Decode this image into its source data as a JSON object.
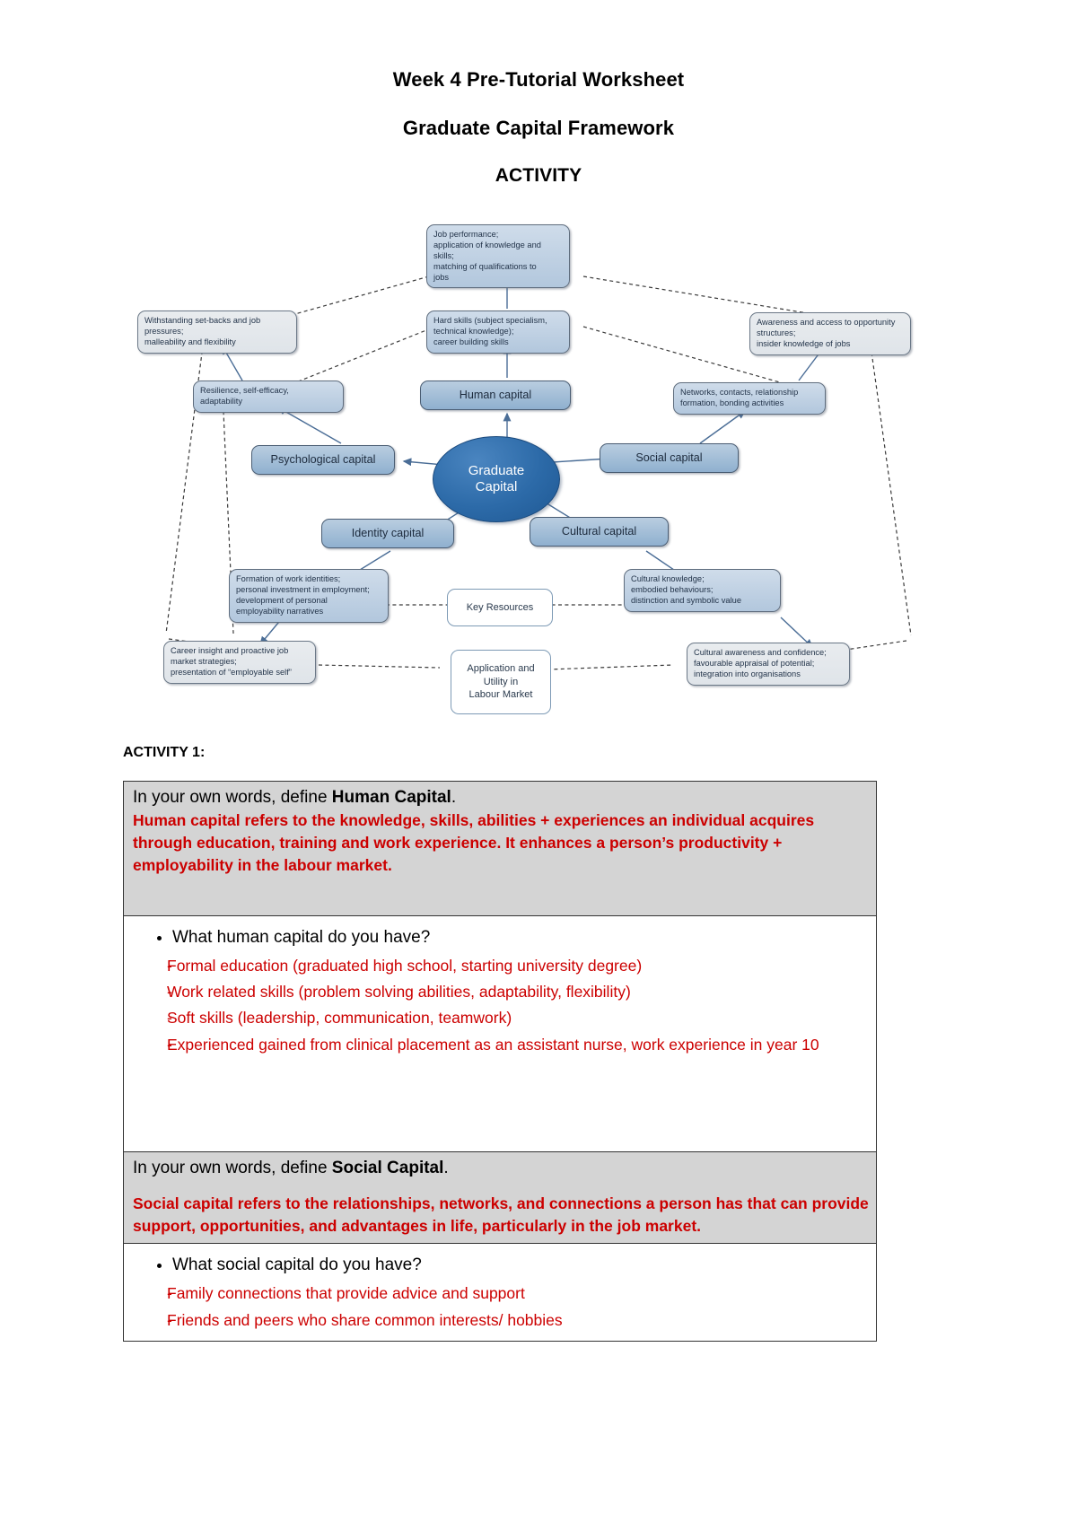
{
  "document": {
    "title_line1": "Week 4 Pre-Tutorial Worksheet",
    "title_line2": "Graduate Capital Framework",
    "title_line3": "ACTIVITY",
    "activity_label": "ACTIVITY 1:"
  },
  "diagram": {
    "center": "Graduate\nCapital",
    "center_line1": "Graduate",
    "center_line2": "Capital",
    "nodes": {
      "job_performance": "Job performance;\napplication of knowledge and skills;\nmatching of qualifications to jobs",
      "job_performance_lines": [
        "Job performance;",
        "application of knowledge and",
        "skills;",
        "matching of qualifications to",
        "jobs"
      ],
      "withstanding_lines": [
        "Withstanding set-backs and job",
        "pressures;",
        "malleability and flexibility"
      ],
      "hard_skills_lines": [
        "Hard skills (subject specialism,",
        "technical knowledge);",
        "career building skills"
      ],
      "awareness_lines": [
        "Awareness and access to opportunity",
        "structures;",
        "insider knowledge of jobs"
      ],
      "resilience_lines": [
        "Resilience, self-efficacy,",
        "adaptability"
      ],
      "networks_lines": [
        "Networks, contacts, relationship",
        "formation, bonding activities"
      ],
      "human_capital": "Human capital",
      "psychological_capital": "Psychological capital",
      "social_capital": "Social capital",
      "identity_capital": "Identity capital",
      "cultural_capital": "Cultural capital",
      "formation_lines": [
        "Formation of work identities;",
        "personal investment in employment;",
        "development of personal",
        "employability narratives"
      ],
      "cultural_knowledge_lines": [
        "Cultural knowledge;",
        "embodied behaviours;",
        "distinction and symbolic value"
      ],
      "key_resources": "Key Resources",
      "career_insight_lines": [
        "Career insight and proactive job",
        "market strategies;",
        "presentation of “employable self”"
      ],
      "application_lines": [
        "Application and",
        "Utility in",
        "Labour Market"
      ],
      "cultural_awareness_lines": [
        "Cultural awareness and confidence;",
        "favourable appraisal of potential;",
        "integration into organisations"
      ]
    }
  },
  "table": {
    "rows": [
      {
        "id": "human-capital-definition",
        "shaded": true,
        "prompt_prefix": "In your own words, define ",
        "prompt_bold": "Human Capital",
        "prompt_suffix": ".",
        "answer_paragraphs": [
          "Human capital refers to the knowledge, skills, abilities + experiences an individual acquires through education, training and work experience. It enhances a person’s productivity + employability in the labour market."
        ]
      },
      {
        "id": "human-capital-examples",
        "shaded": false,
        "bullet": "What human capital do you have?",
        "dash_items": [
          "Formal education (graduated high school, starting university degree)",
          "Work related skills (problem solving abilities, adaptability, flexibility)",
          "Soft skills (leadership, communication, teamwork)",
          "Experienced gained from clinical placement as an assistant nurse, work experience in year 10"
        ]
      },
      {
        "id": "social-capital-definition",
        "shaded": true,
        "prompt_prefix": "In your own words, define ",
        "prompt_bold": "Social Capital",
        "prompt_suffix": ".",
        "answer_paragraphs": [
          "Social capital refers to the relationships, networks, and connections a person has that can provide support, opportunities, and advantages in life, particularly in the job market."
        ]
      },
      {
        "id": "social-capital-examples",
        "shaded": false,
        "bullet": "What social capital do you have?",
        "dash_items": [
          "Family connections that provide advice and support",
          "Friends and peers who share common interests/ hobbies"
        ]
      }
    ],
    "dash_marker": "-",
    "bullet_marker": "•"
  },
  "colors": {
    "answer_red": "#cc0000",
    "shaded_cell": "#d4d4d4",
    "node_fill": "#b8cade",
    "center_fill": "#2c6aa8",
    "border": "#333333"
  }
}
